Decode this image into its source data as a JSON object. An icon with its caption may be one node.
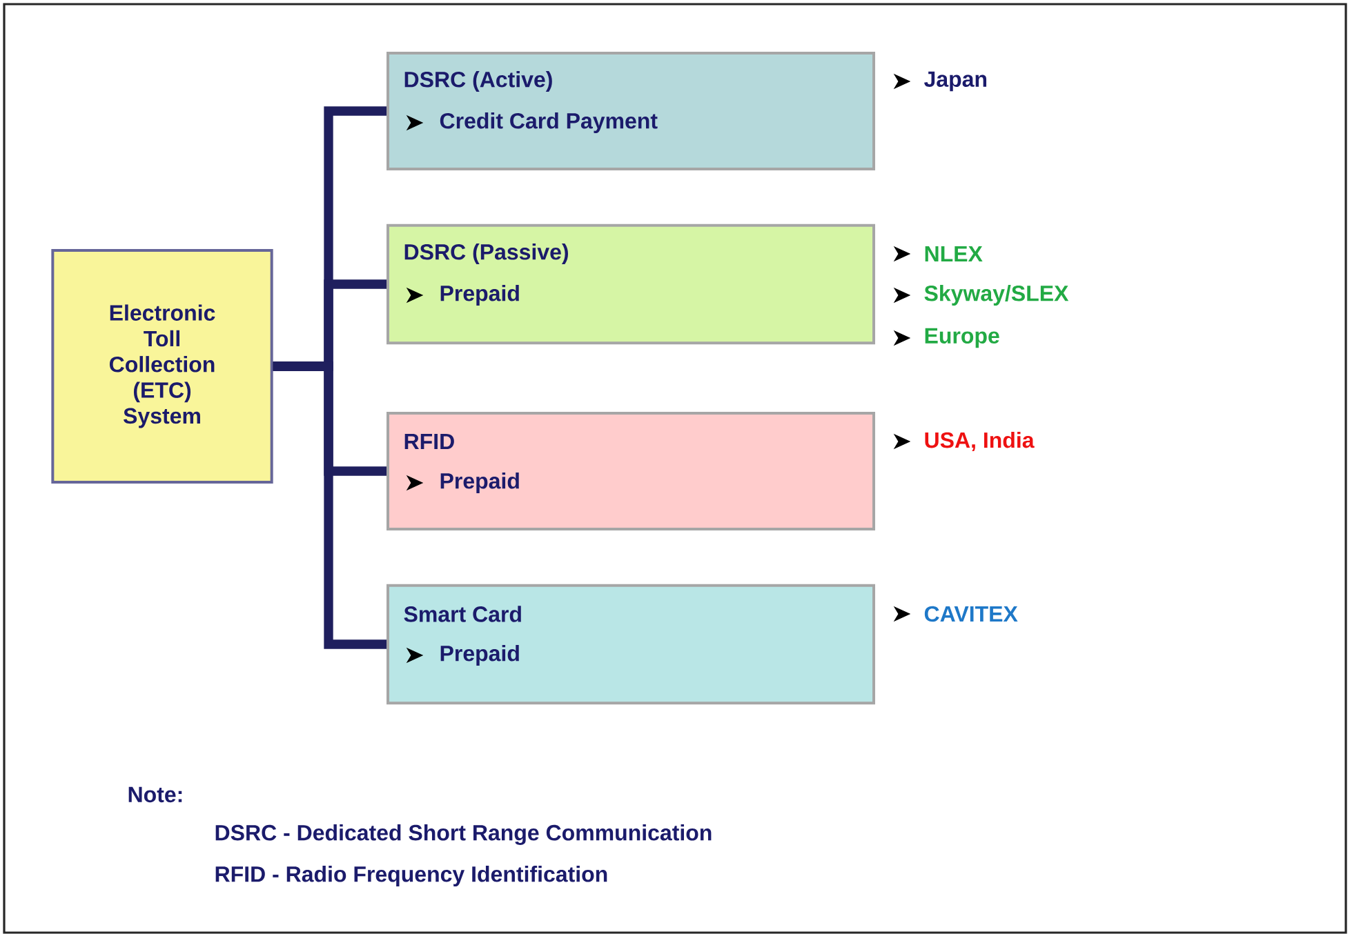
{
  "diagram": {
    "nodes": [
      {
        "text": [
          "Electronic Toll Collection (ETC) System"
        ]
      },
      {
        "text": [
          "DSRC (Active)",
          "Credit Card Payment"
        ],
        "beside": [
          "Japan"
        ]
      },
      {
        "text": [
          "DSRC (Passive)",
          "Prepaid"
        ],
        "beside": [
          "NLEX",
          "Skyway/SLEX",
          "Europe"
        ]
      },
      {
        "text": [
          "RFID",
          "Prepaid"
        ],
        "beside": [
          "USA, India"
        ]
      },
      {
        "text": [
          "Smart Card",
          "Prepaid"
        ],
        "beside": [
          "CAVITEX"
        ]
      }
    ],
    "edges": [
      {
        "from": 0,
        "to": 1,
        "arrow": "none"
      },
      {
        "from": 0,
        "to": 2,
        "arrow": "none"
      },
      {
        "from": 0,
        "to": 3,
        "arrow": "none"
      },
      {
        "from": 0,
        "to": 4,
        "arrow": "none"
      }
    ],
    "labels": [
      "Note:",
      "DSRC - Dedicated Short Range Communication",
      "RFID - Radio Frequency Identification"
    ]
  }
}
